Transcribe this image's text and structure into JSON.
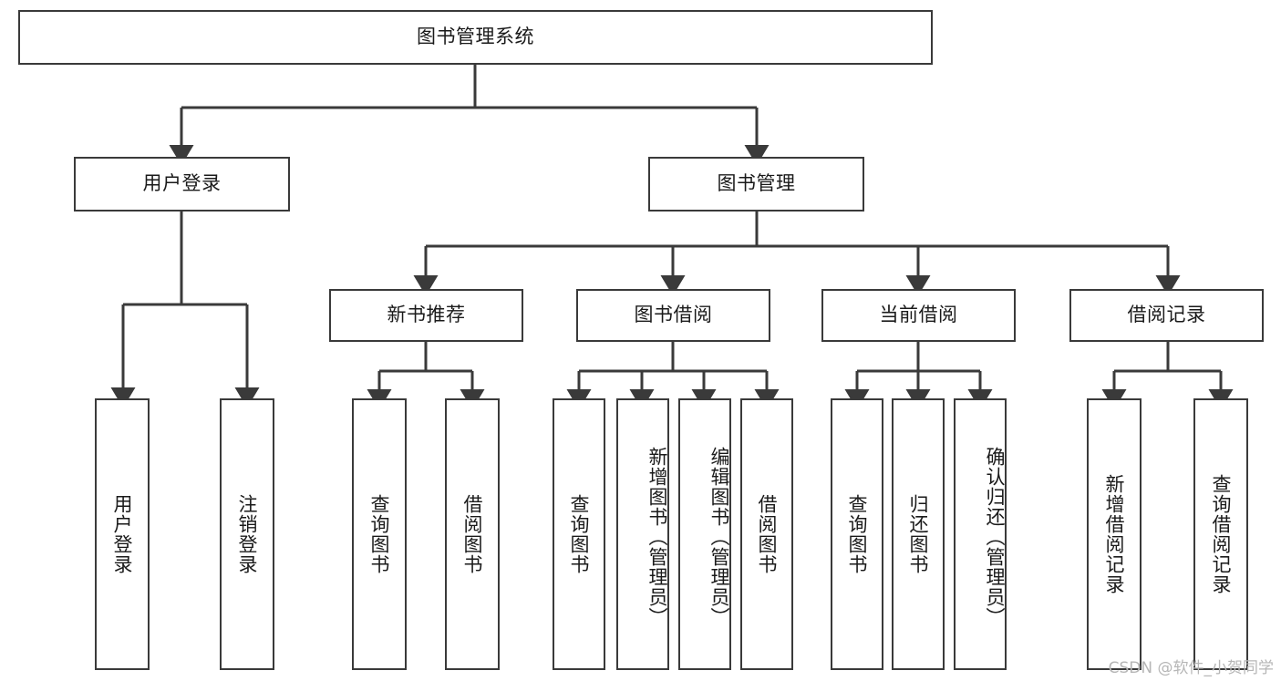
{
  "diagram": {
    "title": "图书管理系统",
    "type": "tree",
    "background_color": "#ffffff",
    "line_color": "#3a3a3a",
    "text_color": "#1a1a1a"
  },
  "nodes": {
    "root": {
      "label": "图书管理系统"
    },
    "level2": [
      {
        "id": "user-login",
        "label": "用户登录"
      },
      {
        "id": "book-management",
        "label": "图书管理"
      }
    ],
    "level3": [
      {
        "id": "new-book-recommend",
        "label": "新书推荐"
      },
      {
        "id": "book-borrow",
        "label": "图书借阅"
      },
      {
        "id": "current-borrow",
        "label": "当前借阅"
      },
      {
        "id": "borrow-record",
        "label": "借阅记录"
      }
    ],
    "leaves": {
      "user_login": [
        {
          "id": "leaf-user-login",
          "label": "用户登录"
        },
        {
          "id": "leaf-logout",
          "label": "注销登录"
        }
      ],
      "new_book_recommend": [
        {
          "id": "leaf-query-book-1",
          "label": "查询图书"
        },
        {
          "id": "leaf-borrow-book-1",
          "label": "借阅图书"
        }
      ],
      "book_borrow": [
        {
          "id": "leaf-query-book-2",
          "label": "查询图书"
        },
        {
          "id": "leaf-add-book",
          "label": "新增图书（管理员）"
        },
        {
          "id": "leaf-edit-book",
          "label": "编辑图书（管理员）"
        },
        {
          "id": "leaf-borrow-book-2",
          "label": "借阅图书"
        }
      ],
      "current_borrow": [
        {
          "id": "leaf-query-book-3",
          "label": "查询图书"
        },
        {
          "id": "leaf-return-book",
          "label": "归还图书"
        },
        {
          "id": "leaf-confirm-return",
          "label": "确认归还（管理员）"
        }
      ],
      "borrow_record": [
        {
          "id": "leaf-add-record",
          "label": "新增借阅记录"
        },
        {
          "id": "leaf-query-record",
          "label": "查询借阅记录"
        }
      ]
    }
  },
  "watermark": {
    "text": "CSDN @软件_小贺同学"
  }
}
